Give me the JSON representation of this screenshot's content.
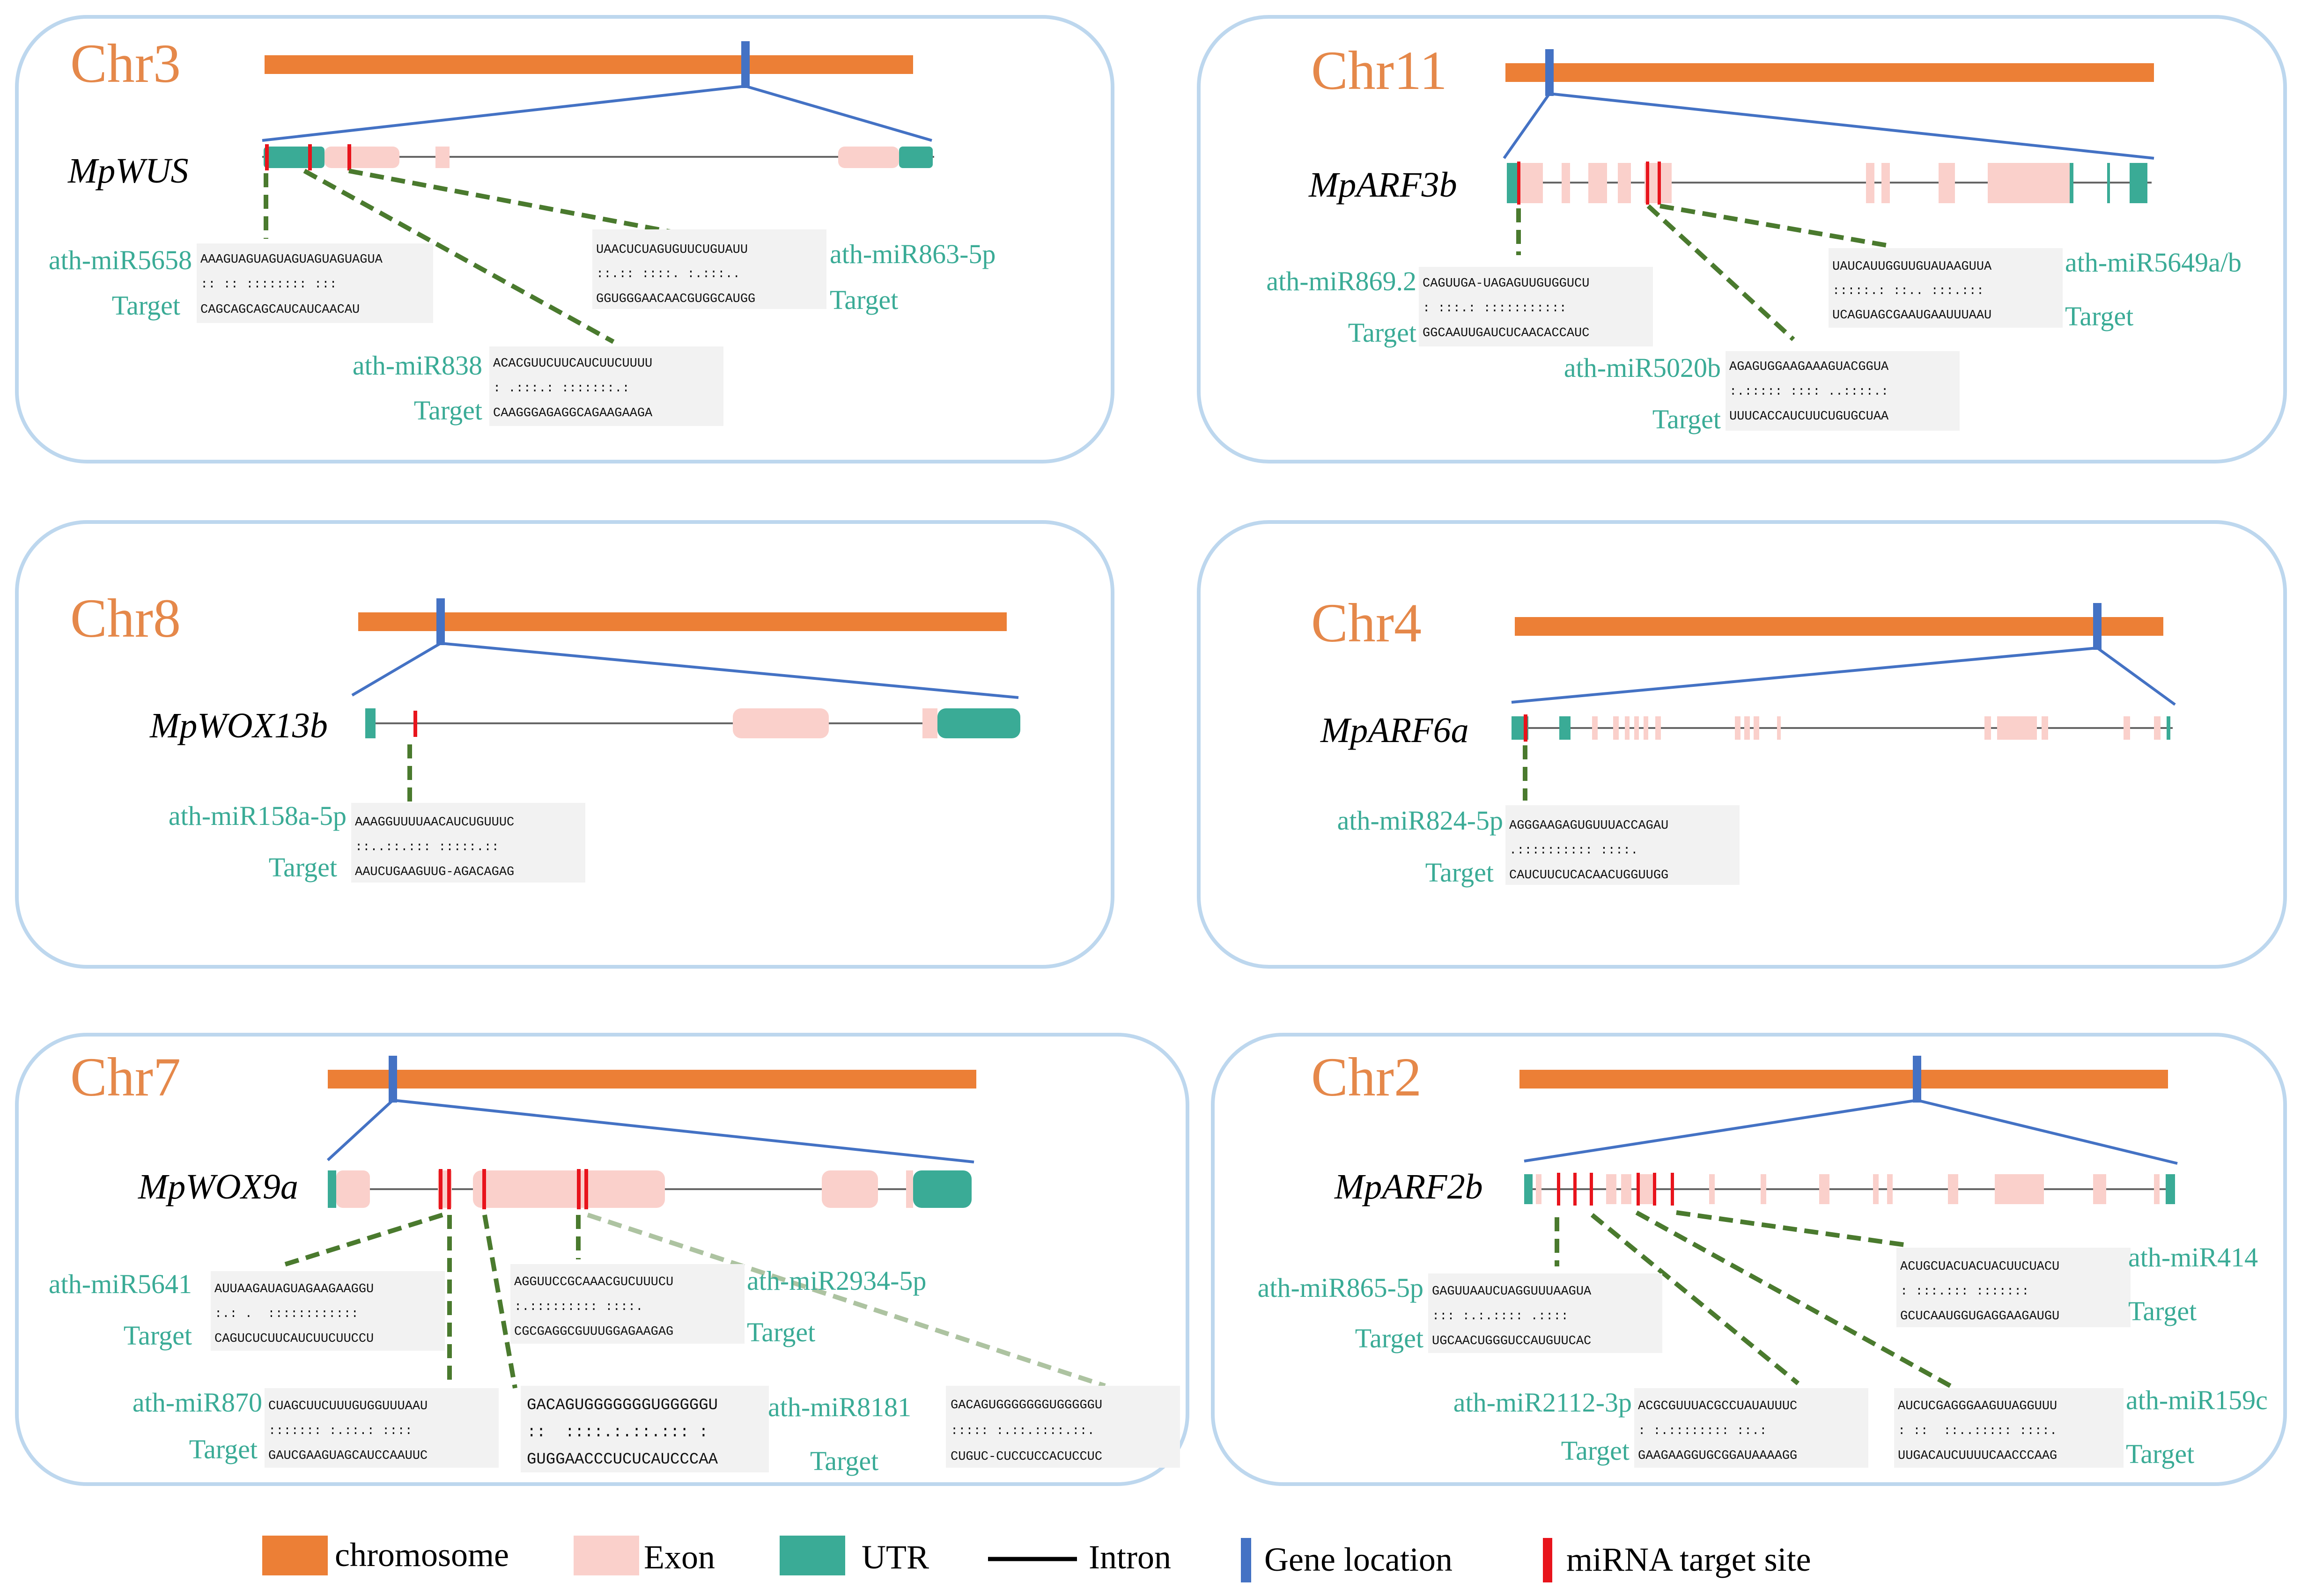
{
  "colors": {
    "chromosome": "#ec7f36",
    "exon": "#fad0cb",
    "utr": "#3aab96",
    "intron": "#666666",
    "gene_location": "#4472c4",
    "target_site": "#e8141c",
    "connector": "#4a7a2e",
    "panel_border": "#bdd7ee",
    "label_green": "#3aab96",
    "chr_label": "#e5884a",
    "seq_box": "#f2f2f2"
  },
  "panels": [
    {
      "chromosome": "Chr3",
      "gene": "MpWUS",
      "alignments": [
        {
          "mirna": "ath-miR5658",
          "target_label": "Target",
          "mirna_seq": "AAAGUAGUAGUAGUAGUAGUAGUA",
          "match": ":: :: :::::::: :::",
          "target_seq": "CAGCAGCAGCAUCAUCAACAU"
        },
        {
          "mirna": "ath-miR863-5p",
          "target_label": "Target",
          "mirna_seq": "UAACUCUAGUGUUCUGUAUU",
          "match": "::.:: ::::. :.:::..",
          "target_seq": "GGUGGGAACAACGUGGCAUGG"
        },
        {
          "mirna": "ath-miR838",
          "target_label": "Target",
          "mirna_seq": "ACACGUUCUUCAUCUUCUUUU",
          "match": ": .:::.: :::::::.:",
          "target_seq": "CAAGGGAGAGGCAGAAGAAGA"
        }
      ]
    },
    {
      "chromosome": "Chr11",
      "gene": "MpARF3b",
      "alignments": [
        {
          "mirna": "ath-miR869.2",
          "target_label": "Target",
          "mirna_seq": "CAGUUGA-UAGAGUUGUGGUCU",
          "match": ": :::.: :::::::::::",
          "target_seq": "GGCAAUUGAUCUCAACACCAUC"
        },
        {
          "mirna": "ath-miR5649a/b",
          "target_label": "Target",
          "mirna_seq": "UAUCAUUGGUUGUAUAAGUUA",
          "match": ":::::.: ::.. :::.:::",
          "target_seq": "UCAGUAGCGAAUGAAUUUAAU"
        },
        {
          "mirna": "ath-miR5020b",
          "target_label": "Target",
          "mirna_seq": "AGAGUGGAAGAAAGUACGGUA",
          "match": ":.::::: :::: ..::::.:",
          "target_seq": "UUUCACCAUCUUCUGUGCUAA"
        }
      ]
    },
    {
      "chromosome": "Chr8",
      "gene": "MpWOX13b",
      "alignments": [
        {
          "mirna": "ath-miR158a-5p",
          "target_label": "Target",
          "mirna_seq": "AAAGGUUUUAACAUCUGUUUC",
          "match": "::..::.::: :::::.::",
          "target_seq": "AAUCUGAAGUUG-AGACAGAG"
        }
      ]
    },
    {
      "chromosome": "Chr4",
      "gene": "MpARF6a",
      "alignments": [
        {
          "mirna": "ath-miR824-5p",
          "target_label": "Target",
          "mirna_seq": "AGGGAAGAGUGUUUACCAGAU",
          "match": ".:::::::::: ::::.",
          "target_seq": "CAUCUUCUCACAACUGGUUGG"
        }
      ]
    },
    {
      "chromosome": "Chr7",
      "gene": "MpWOX9a",
      "alignments": [
        {
          "mirna": "ath-miR5641",
          "target_label": "Target",
          "mirna_seq": "AUUAAGAUAGUAGAAGAAGGU",
          "match": ":.: .  ::::::::::::",
          "target_seq": "CAGUCUCUUCAUCUUCUUCCU"
        },
        {
          "mirna": "ath-miR2934-5p",
          "target_label": "Target",
          "mirna_seq": "AGGUUCCGCAAACGUCUUUCU",
          "match": ":.::::::::: ::::.",
          "target_seq": "CGCGAGGCGUUUGGAGAAGAG"
        },
        {
          "mirna": "ath-miR870",
          "target_label": "Target",
          "mirna_seq": "CUAGCUUCUUUGUGGUUUAAU",
          "match": "::::::: :.::.: ::::",
          "target_seq": "GAUCGAAGUAGCAUCCAAUUC"
        },
        {
          "mirna": "ath-miR8181",
          "target_label": "Target",
          "mirna_seq": "GACAGUGGGGGGGUGGGGGU",
          "match": "::  ::::.:.::.::: :",
          "target_seq": "GUGGAACCCUCUCAUCCCAA"
        },
        {
          "mirna": "",
          "target_label": "",
          "mirna_seq": "GACAGUGGGGGGGUGGGGGU",
          "match": "::::: :.::.::::.::.",
          "target_seq": "CUGUC-CUCCUCCACUCCUC"
        }
      ]
    },
    {
      "chromosome": "Chr2",
      "gene": "MpARF2b",
      "alignments": [
        {
          "mirna": "ath-miR414",
          "target_label": "Target",
          "mirna_seq": "ACUGCUACUACUACUUCUACU",
          "match": ": :::.::: :::::::",
          "target_seq": "GCUCAAUGGUGAGGAAGAUGU"
        },
        {
          "mirna": "ath-miR865-5p",
          "target_label": "Target",
          "mirna_seq": "GAGUUAAUCUAGGUUUAAGUA",
          "match": "::: :.:.:::: .::::",
          "target_seq": "UGCAACUGGGUCCAUGUUCAC"
        },
        {
          "mirna": "ath-miR2112-3p",
          "target_label": "Target",
          "mirna_seq": "ACGCGUUUACGCCUAUAUUUC",
          "match": ": :.:::::::: ::.:",
          "target_seq": "GAAGAAGGUGCGGAUAAAAGG"
        },
        {
          "mirna": "ath-miR159c",
          "target_label": "Target",
          "mirna_seq": "AUCUCGAGGGAAGUUAGGUUU",
          "match": ": ::  ::..::::: ::::.",
          "target_seq": "UUGACAUCUUUUCAACCCAAG"
        }
      ]
    }
  ],
  "legend": [
    {
      "label": "chromosome",
      "symbol": "chromosome"
    },
    {
      "label": "Exon",
      "symbol": "exon"
    },
    {
      "label": "UTR",
      "symbol": "utr"
    },
    {
      "label": "Intron",
      "symbol": "intron"
    },
    {
      "label": "Gene location",
      "symbol": "gene_location"
    },
    {
      "label": "miRNA target site",
      "symbol": "target_site"
    }
  ]
}
